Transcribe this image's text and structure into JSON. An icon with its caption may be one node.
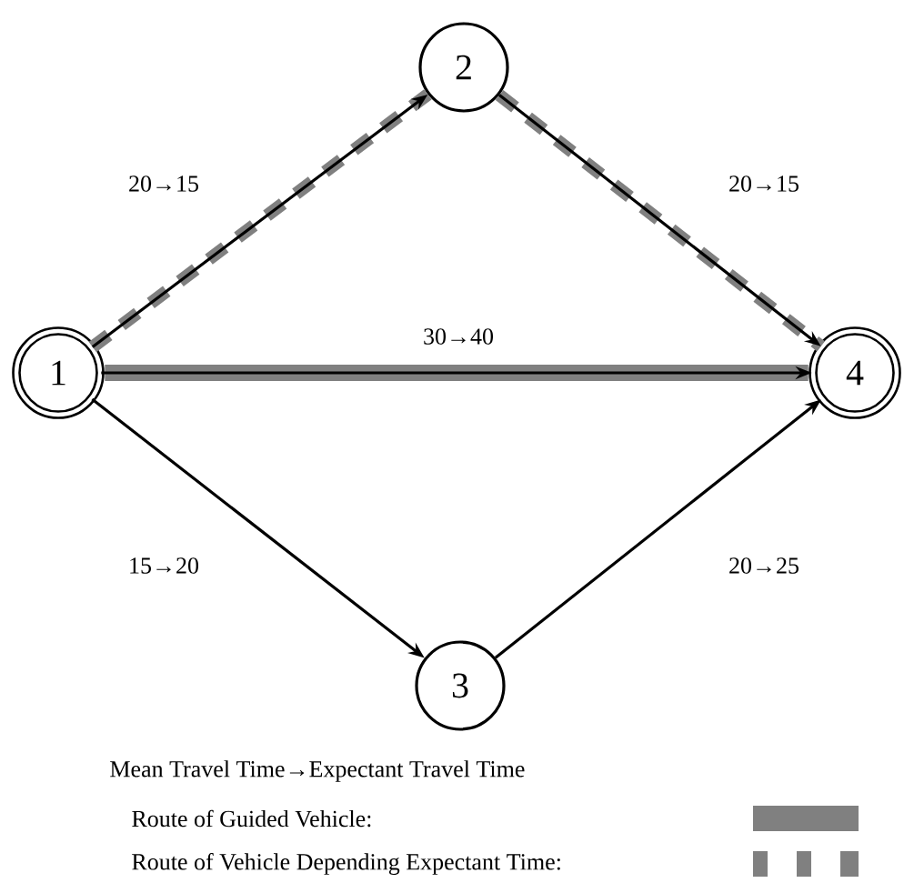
{
  "diagram": {
    "nodes": [
      {
        "text": [
          "1"
        ]
      },
      {
        "text": [
          "2"
        ]
      },
      {
        "text": [
          "3"
        ]
      },
      {
        "text": [
          "4"
        ]
      }
    ],
    "edges": [
      {
        "from": 0,
        "to": 1,
        "arrow": "to",
        "label": "20→15"
      },
      {
        "from": 1,
        "to": 3,
        "arrow": "to",
        "label": "20→15"
      },
      {
        "from": 0,
        "to": 3,
        "arrow": "to",
        "label": "30→40"
      },
      {
        "from": 0,
        "to": 2,
        "arrow": "to",
        "label": "15→20"
      },
      {
        "from": 2,
        "to": 3,
        "arrow": "to",
        "label": "20→25"
      }
    ],
    "labels": [
      "Mean Travel Time→Expectant Travel Time"
    ],
    "legend": [
      {
        "text": "Route of Guided Vehicle:",
        "color": "#808080"
      },
      {
        "text": "Route of Vehicle Depending Expectant Time:"
      }
    ]
  }
}
